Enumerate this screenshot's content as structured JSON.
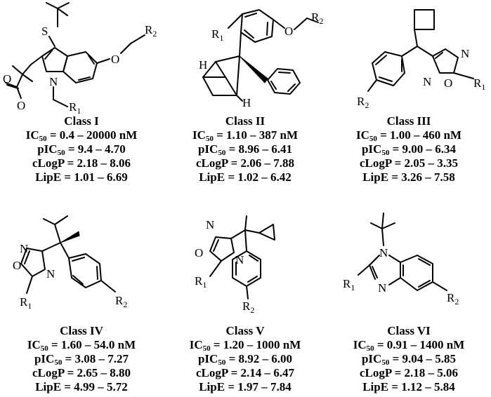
{
  "classes": [
    {
      "title": "Class I",
      "ic50": "0.4 – 20000 nM",
      "pic50": "9.4 – 4.70",
      "clogp": "2.18 – 8.06",
      "lipe": "1.01 – 6.69"
    },
    {
      "title": "Class II",
      "ic50": "1.10 – 387 nM",
      "pic50": "8.96 – 6.41",
      "clogp": "2.06 – 7.88",
      "lipe": "1.02 – 6.42"
    },
    {
      "title": "Class III",
      "ic50": "1.00 – 460 nM",
      "pic50": "9.00 – 6.34",
      "clogp": "2.05 – 3.35",
      "lipe": "3.26 – 7.58"
    },
    {
      "title": "Class IV",
      "ic50": "1.60 – 54.0 nM",
      "pic50": "3.08 – 7.27",
      "clogp": "2.65 – 8.80",
      "lipe": "4.99 – 5.72"
    },
    {
      "title": "Class V",
      "ic50": "1.20 – 1000 nM",
      "pic50": "8.92 – 6.00",
      "clogp": "2.14 – 6.47",
      "lipe": "1.97 – 7.84"
    },
    {
      "title": "Class VI",
      "ic50": "0.91 – 1400 nM",
      "pic50": "9.04 – 5.85",
      "clogp": "2.18 – 5.06",
      "lipe": "1.12 – 5.84"
    }
  ],
  "labels": {
    "ic": "IC",
    "pic": "pIC",
    "sub": "50",
    "eq": " = ",
    "clogp_prefix": "cLogP = ",
    "lipe_prefix": "LipE = "
  },
  "atoms": {
    "s": "S",
    "o": "O",
    "n": "N",
    "h": "H",
    "r": "R",
    "one": "1",
    "two": "2"
  }
}
